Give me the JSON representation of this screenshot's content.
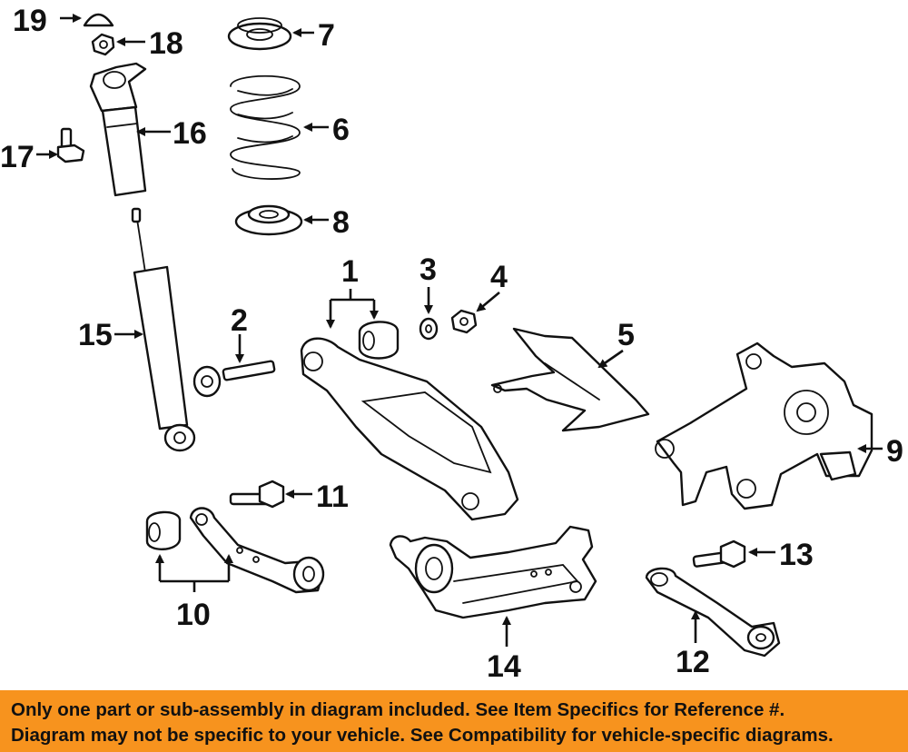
{
  "callouts": {
    "c1": "1",
    "c2": "2",
    "c3": "3",
    "c4": "4",
    "c5": "5",
    "c6": "6",
    "c7": "7",
    "c8": "8",
    "c9": "9",
    "c10": "10",
    "c11": "11",
    "c12": "12",
    "c13": "13",
    "c14": "14",
    "c15": "15",
    "c16": "16",
    "c17": "17",
    "c18": "18",
    "c19": "19"
  },
  "colors": {
    "banner": "#f7931e",
    "ink": "#111111"
  },
  "banner": {
    "line1": "Only one part or sub-assembly in diagram included. See Item Specifics for Reference #.",
    "line2": "Diagram may not be specific to your vehicle. See Compatibility for vehicle-specific diagrams."
  }
}
